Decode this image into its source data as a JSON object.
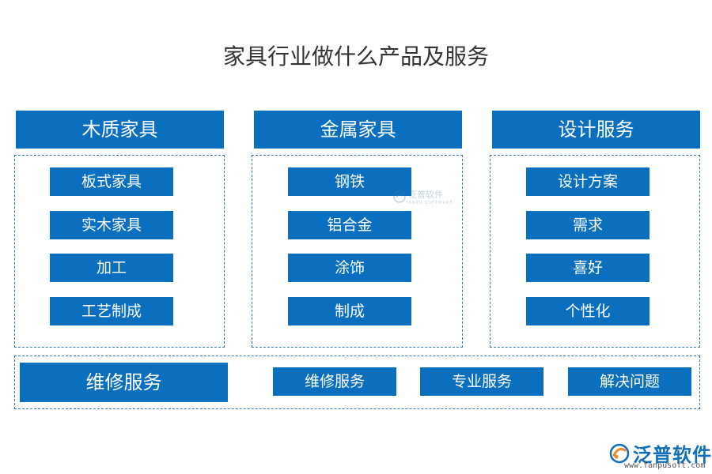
{
  "title": "家具行业做什么产品及服务",
  "categories": [
    {
      "header": "木质家具",
      "items": [
        "板式家具",
        "实木家具",
        "加工",
        "工艺制成"
      ]
    },
    {
      "header": "金属家具",
      "items": [
        "钢铁",
        "铝合金",
        "涂饰",
        "制成"
      ]
    },
    {
      "header": "设计服务",
      "items": [
        "设计方案",
        "需求",
        "喜好",
        "个性化"
      ]
    }
  ],
  "repair": {
    "header": "维修服务",
    "items": [
      "维修服务",
      "专业服务",
      "解决问题"
    ]
  },
  "watermark": {
    "name": "泛普软件",
    "sub": "FANPU SOFTWARE"
  },
  "logo": {
    "name": "泛普软件",
    "url": "www.fanpusoft.com"
  },
  "colors": {
    "primary": "#0b6fc0",
    "dash": "#2f78b8",
    "logo_orange": "#f08a24"
  }
}
